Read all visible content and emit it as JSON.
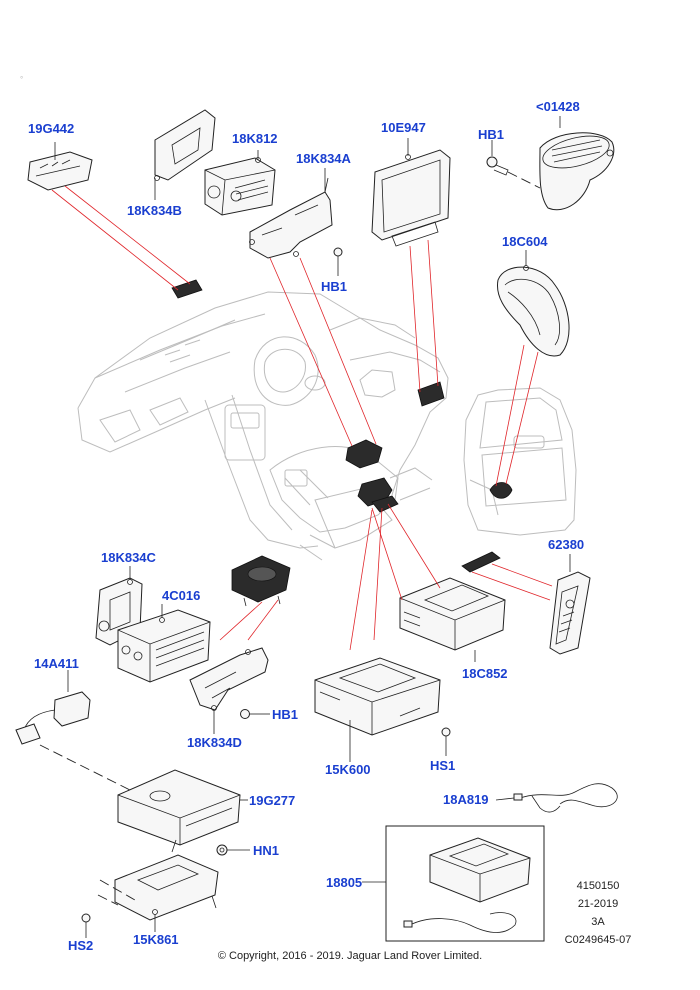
{
  "labels": {
    "p19G442": "19G442",
    "p18K834B": "18K834B",
    "p18K812": "18K812",
    "p18K834A": "18K834A",
    "p10E947": "10E947",
    "pHB1_top": "HB1",
    "p01428": "<01428",
    "pHB1_mid": "HB1",
    "p18C604": "18C604",
    "p18K834C": "18K834C",
    "p4C016": "4C016",
    "p62380": "62380",
    "p14A411": "14A411",
    "pHB1_low": "HB1",
    "p18K834D": "18K834D",
    "p18C852": "18C852",
    "p15K600": "15K600",
    "pHS1": "HS1",
    "p19G277": "19G277",
    "p18A819": "18A819",
    "pHN1": "HN1",
    "p18805": "18805",
    "pHS2": "HS2",
    "p15K861": "15K861"
  },
  "meta": {
    "number": "4150150",
    "date": "21-2019",
    "rev": "3A",
    "code": "C0249645-07"
  },
  "copyright": "© Copyright, 2016 - 2019. Jaguar Land Rover Limited.",
  "colors": {
    "label": "#1a3fd0",
    "leader_red": "#e0262b",
    "outline": "#222222",
    "car": "#bdbdbd"
  }
}
